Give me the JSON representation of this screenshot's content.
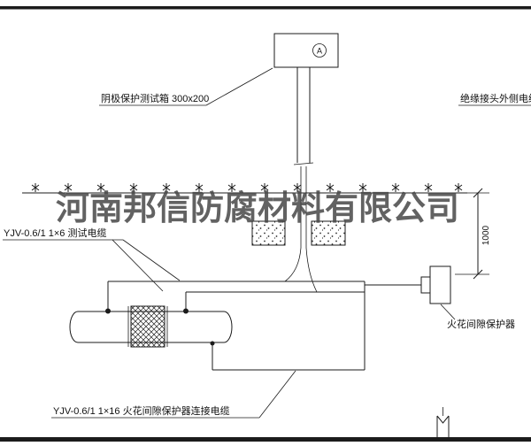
{
  "drawing": {
    "watermark": "河南邦信防腐材料有限公司",
    "ammeter_symbol": "A",
    "dimension_depth_mm": "1000",
    "callouts": {
      "test_box": "阴极保护测试箱 300x200",
      "insulated_joint_outer_cable": "绝缘接头外侧电缆",
      "test_cable": "YJV-0.6/1 1×6  测试电缆",
      "spark_gap_protector": "火花间隙保护器",
      "protector_connection_cable": "YJV-0.6/1 1×16  火花间隙保护器连接电缆"
    },
    "colors": {
      "line": "#1b1b1b",
      "watermark": "#474747",
      "background": "#ffffff"
    }
  }
}
